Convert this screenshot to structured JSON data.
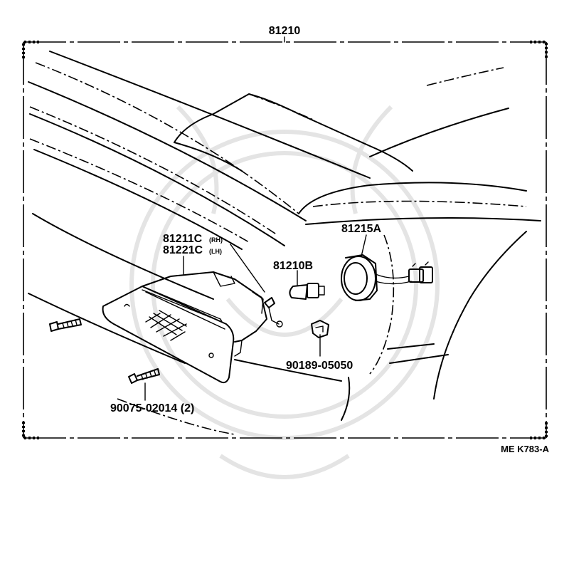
{
  "diagram": {
    "assembly_part": "81210",
    "drawing_code": "ME K783-A",
    "labels": {
      "lamp_assy_rh": "81211C",
      "lamp_assy_rh_suffix": "(RH)",
      "lamp_assy_lh": "81221C",
      "lamp_assy_lh_suffix": "(LH)",
      "bulb": "81210B",
      "socket": "81215A",
      "clip": "90189-05050",
      "screw": "90075-02014 (2)"
    }
  },
  "colors": {
    "ink": "#000000",
    "background": "#ffffff",
    "watermark": "#e4e4e4"
  }
}
